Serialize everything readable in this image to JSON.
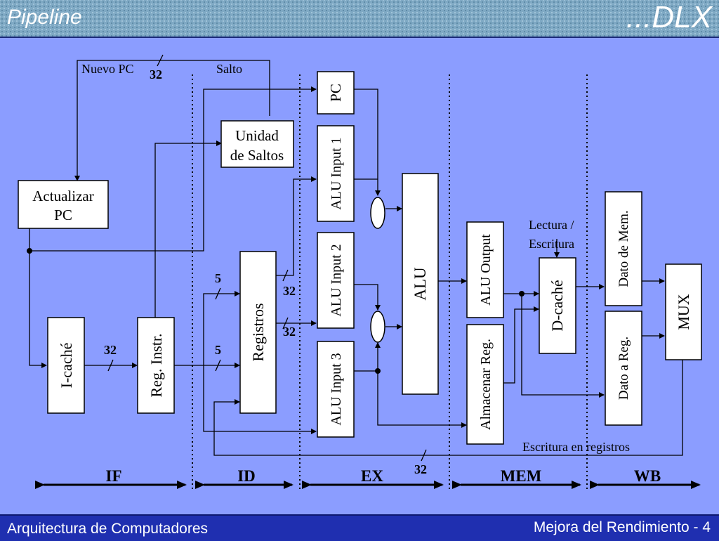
{
  "header": {
    "title_left": "Pipeline",
    "title_right": "...DLX"
  },
  "footer": {
    "left": "Arquitectura de Computadores",
    "right": "Mejora del Rendimiento - 4"
  },
  "diagram": {
    "blocks": {
      "actualizar_pc": [
        "Actualizar",
        "PC"
      ],
      "unidad_saltos": [
        "Unidad",
        "de Saltos"
      ],
      "icache": "I-caché",
      "reg_instr": "Reg. Instr.",
      "registros": "Registros",
      "pc": "PC",
      "alu_input1": "ALU Input 1",
      "alu_input2": "ALU Input 2",
      "alu_input3": "ALU Input 3",
      "alu": "ALU",
      "alu_output": "ALU Output",
      "almacenar_reg": "Almacenar Reg.",
      "dcache": "D-caché",
      "dato_mem": "Dato de Mem.",
      "dato_reg": "Dato a Reg.",
      "mux": "MUX"
    },
    "labels": {
      "nuevo_pc": "Nuevo PC",
      "salto": "Salto",
      "lectura": "Lectura /",
      "escritura": "Escritura",
      "escritura_registros": "Escritura en registros",
      "w32_top": "32",
      "w32_if": "32",
      "w5_top": "5",
      "w5_bottom": "5",
      "w32_reg1": "32",
      "w32_reg2": "32",
      "w32_bottom": "32"
    },
    "stages": [
      "IF",
      "ID",
      "EX",
      "MEM",
      "WB"
    ]
  }
}
